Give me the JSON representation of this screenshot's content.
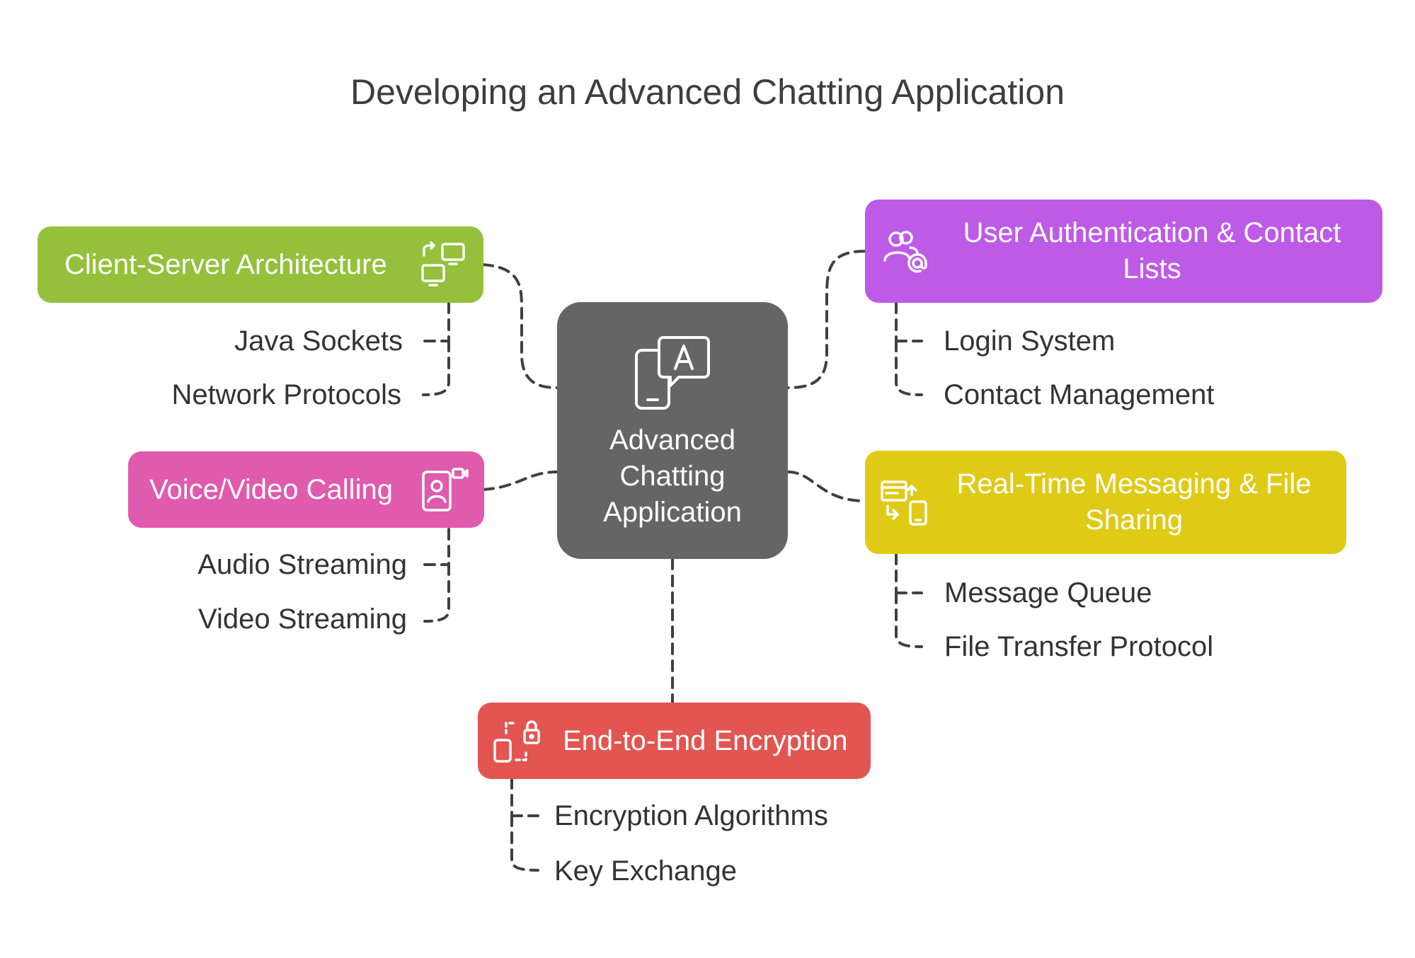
{
  "title": "Developing an Advanced Chatting Application",
  "center": {
    "label_lines": [
      "Advanced",
      "Chatting",
      "Application"
    ],
    "icon": "chat-on-phone-icon",
    "color": "#656565"
  },
  "branches": {
    "client_server": {
      "label": "Client-Server Architecture",
      "icon": "computers-sync-icon",
      "color": "#95c03c",
      "items": [
        "Java Sockets",
        "Network Protocols"
      ]
    },
    "voice_video": {
      "label": "Voice/Video Calling",
      "icon": "video-call-icon",
      "color": "#e05aad",
      "items": [
        "Audio Streaming",
        "Video Streaming"
      ]
    },
    "user_auth": {
      "label_lines": [
        "User Authentication & Contact",
        "Lists"
      ],
      "icon": "users-email-icon",
      "color": "#bd5be6",
      "items": [
        "Login System",
        "Contact Management"
      ]
    },
    "messaging": {
      "label_lines": [
        "Real-Time Messaging & File",
        "Sharing"
      ],
      "icon": "message-file-transfer-icon",
      "color": "#dfcb16",
      "items": [
        "Message Queue",
        "File Transfer Protocol"
      ]
    },
    "encryption": {
      "label": "End-to-End Encryption",
      "icon": "encrypted-devices-icon",
      "color": "#e25551",
      "items": [
        "Encryption Algorithms",
        "Key Exchange"
      ]
    }
  },
  "connector_color": "#404040"
}
